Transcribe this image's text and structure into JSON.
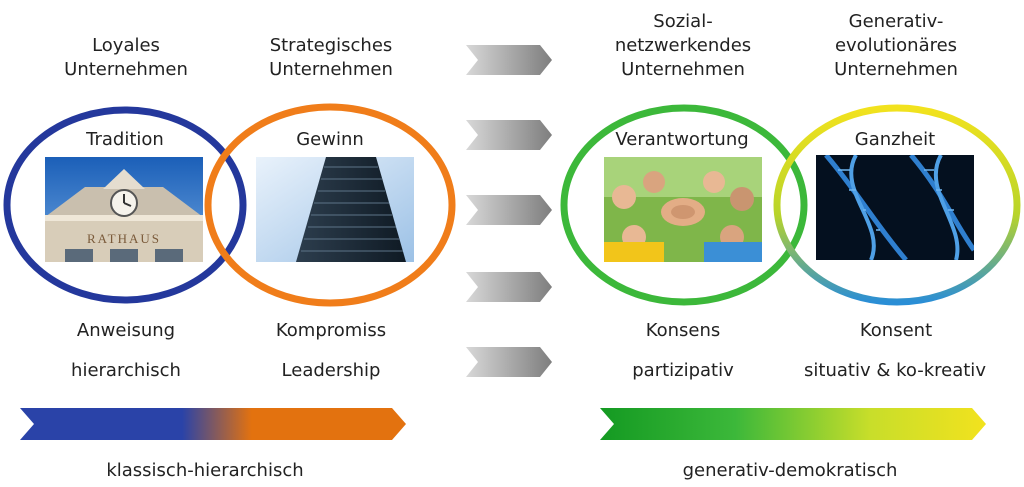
{
  "columns": [
    {
      "title": "Loyales\nUnternehmen",
      "value": "Tradition",
      "decision": "Anweisung",
      "structure": "hierarchisch",
      "picture_label": "RATHAUS"
    },
    {
      "title": "Strategisches\nUnternehmen",
      "value": "Gewinn",
      "decision": "Kompromiss",
      "structure": "Leadership"
    },
    {
      "title": "Sozial-\nnetzwerkendes\nUnternehmen",
      "value": "Verantwortung",
      "decision": "Konsens",
      "structure": "partizipativ"
    },
    {
      "title": "Generativ-\nevolutionäres\nUnternehmen",
      "value": "Ganzheit",
      "decision": "Konsent",
      "structure": "situativ & ko-kreativ"
    }
  ],
  "bands": {
    "left_label": "klassisch-hierarchisch",
    "right_label": "generativ-demokratisch"
  },
  "colors": {
    "blue": "#1f3f9e",
    "orange": "#f07d1a",
    "green": "#3cb83a",
    "yellow": "#f2e21e",
    "arrow_gray": "#9a9a9a"
  }
}
